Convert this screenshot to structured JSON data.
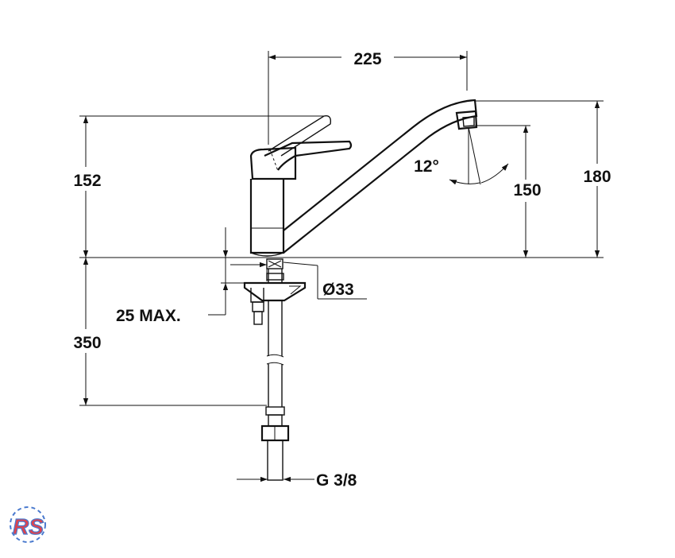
{
  "dimensions": {
    "spout_reach": "225",
    "overall_height": "180",
    "spout_height": "150",
    "lever_height": "152",
    "hose_length": "350",
    "swivel_angle": "12°",
    "hole_diameter": "Ø33",
    "worktop_thickness": "25 MAX.",
    "connection_thread": "G 3/8"
  },
  "logo": {
    "text": "RS",
    "colors": {
      "red": "#d9232e",
      "blue": "#2b63c6"
    }
  }
}
